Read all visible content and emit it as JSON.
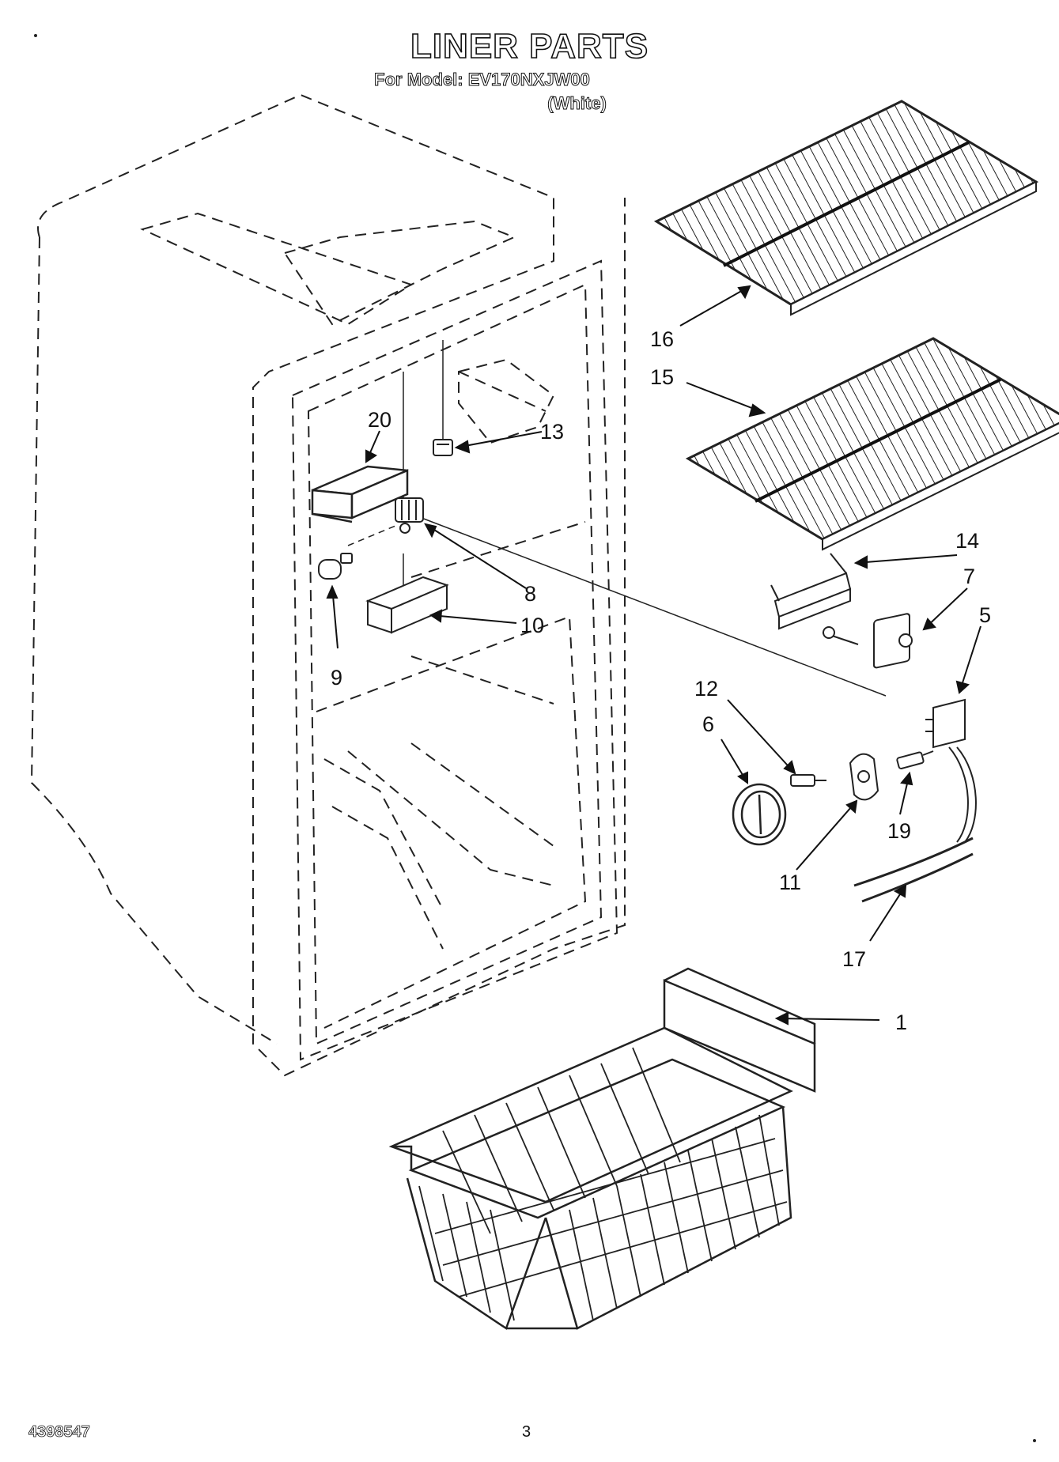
{
  "header": {
    "title": "LINER PARTS",
    "subtitle": "For Model: EV170NXJW00",
    "color_note": "(White)"
  },
  "callouts": {
    "c1": "1",
    "c5": "5",
    "c6": "6",
    "c7": "7",
    "c8": "8",
    "c9": "9",
    "c10": "10",
    "c11": "11",
    "c12": "12",
    "c13": "13",
    "c14": "14",
    "c15": "15",
    "c16": "16",
    "c17": "17",
    "c19": "19",
    "c20": "20"
  },
  "footer": {
    "doc_number": "4398547",
    "page_number": "3"
  }
}
